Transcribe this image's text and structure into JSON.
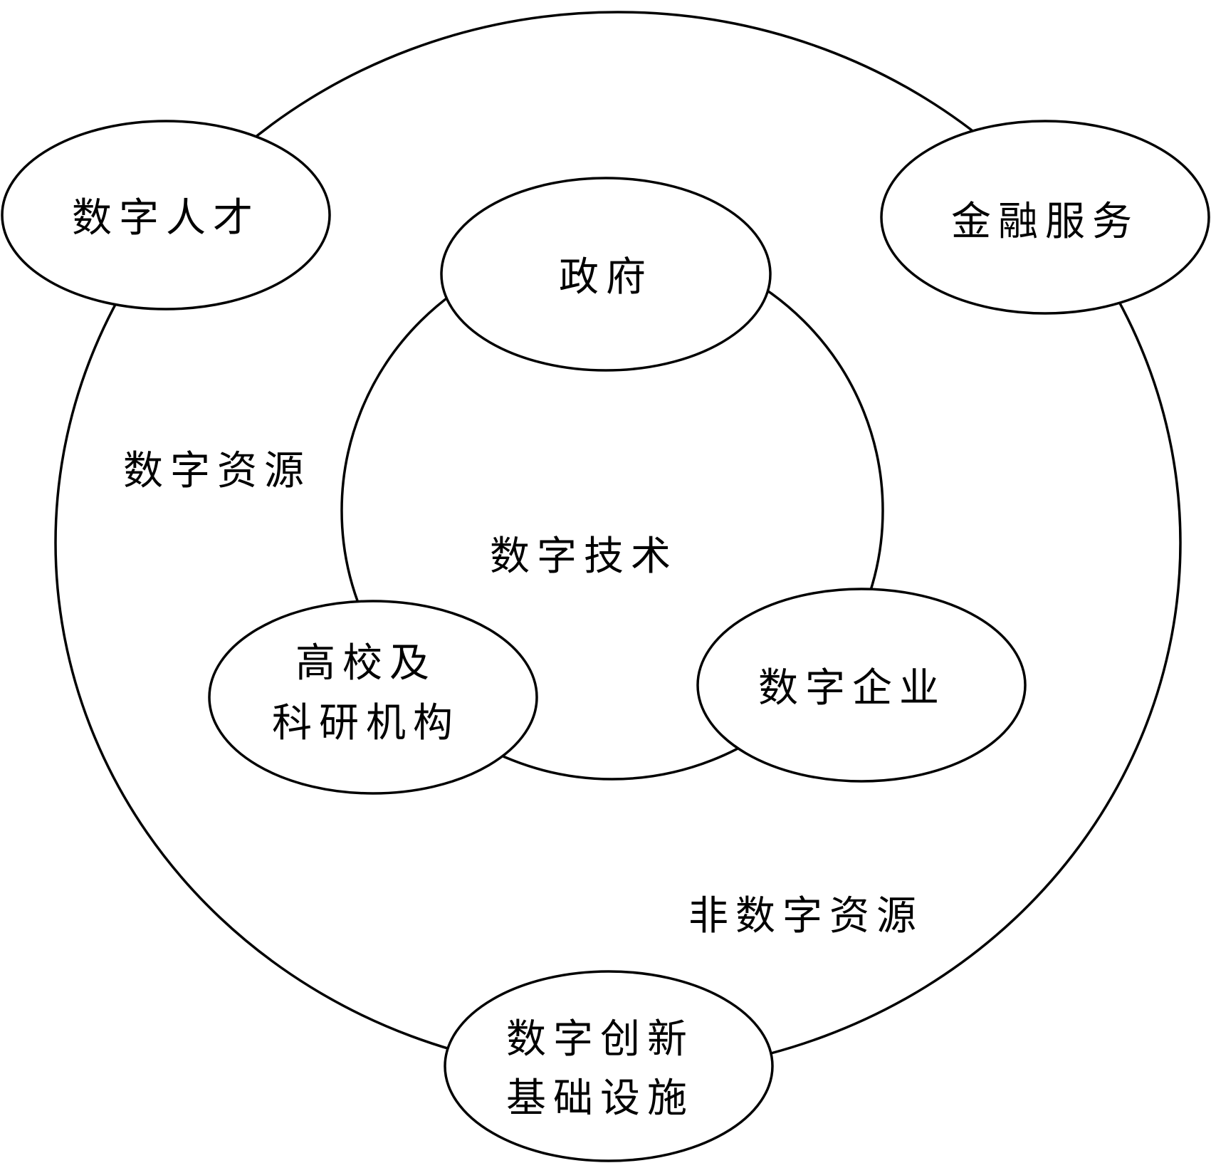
{
  "diagram": {
    "labels": {
      "digital_talent": "数字人才",
      "financial_services": "金融服务",
      "government": "政府",
      "digital_resources": "数字资源",
      "digital_technology": "数字技术",
      "universities_line1": "高校及",
      "universities_line2": "科研机构",
      "digital_enterprises": "数字企业",
      "non_digital_resources": "非数字资源",
      "infrastructure_line1": "数字创新",
      "infrastructure_line2": "基础设施"
    },
    "colors": {
      "stroke": "#000000",
      "background": "#ffffff"
    }
  }
}
